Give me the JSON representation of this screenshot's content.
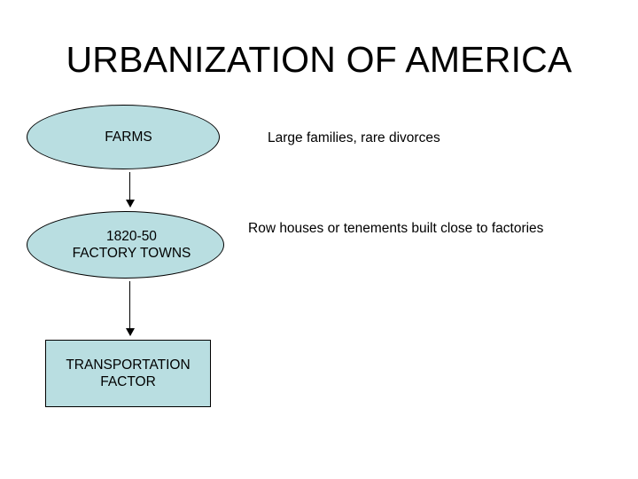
{
  "slide": {
    "title": "URBANIZATION OF AMERICA",
    "background_color": "#ffffff",
    "text_color": "#000000"
  },
  "theme": {
    "shape_fill": "#b9dee1",
    "shape_border": "#000000",
    "arrow_color": "#000000"
  },
  "flow": {
    "nodes": [
      {
        "id": "farms",
        "shape": "ellipse",
        "label": "FARMS"
      },
      {
        "id": "factory-towns",
        "shape": "ellipse",
        "line1": "1820-50",
        "line2": "FACTORY TOWNS"
      },
      {
        "id": "transportation",
        "shape": "rectangle",
        "line1": "TRANSPORTATION",
        "line2": "FACTOR"
      }
    ],
    "arrows": [
      {
        "id": "farms-to-factory-towns",
        "direction": "down"
      },
      {
        "id": "factory-towns-to-transportation",
        "direction": "down"
      }
    ]
  },
  "annotations": [
    {
      "id": "families",
      "text": "Large families, rare divorces"
    },
    {
      "id": "row-houses",
      "text": "Row houses or tenements built close to factories"
    }
  ]
}
